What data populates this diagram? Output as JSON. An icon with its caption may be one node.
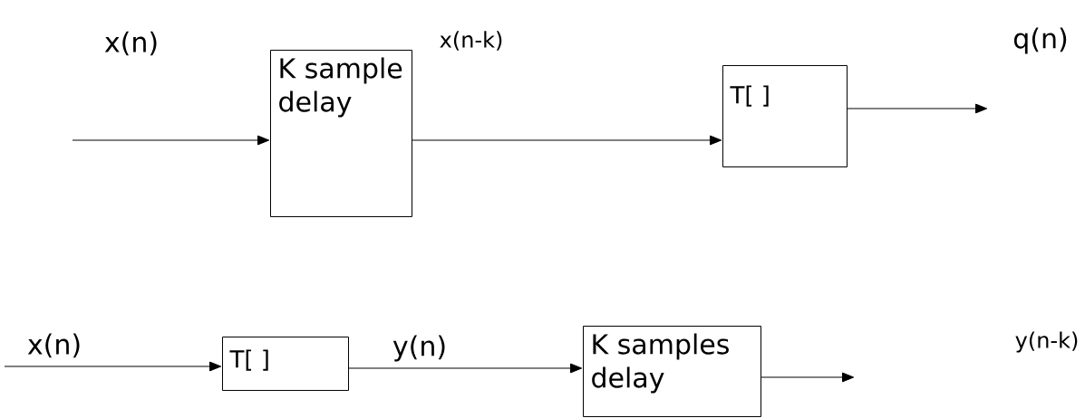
{
  "diagram": {
    "nodes": [
      {
        "text": [
          "K sample delay"
        ]
      },
      {
        "text": [
          "T[ ]"
        ]
      },
      {
        "text": [
          "T[ ]"
        ]
      },
      {
        "text": [
          "K samples delay"
        ]
      }
    ],
    "edges": [
      {
        "from": null,
        "to": 0,
        "arrow": "to",
        "label": "x(n)"
      },
      {
        "from": 0,
        "to": 1,
        "arrow": "to",
        "label": "x(n-k)"
      },
      {
        "from": 1,
        "to": null,
        "arrow": "to",
        "label": "q(n)"
      },
      {
        "from": null,
        "to": 2,
        "arrow": "to",
        "label": "x(n)"
      },
      {
        "from": 2,
        "to": 3,
        "arrow": "to",
        "label": "y(n)"
      },
      {
        "from": 3,
        "to": null,
        "arrow": "to"
      }
    ],
    "labels": [
      "y(n-k)"
    ]
  }
}
